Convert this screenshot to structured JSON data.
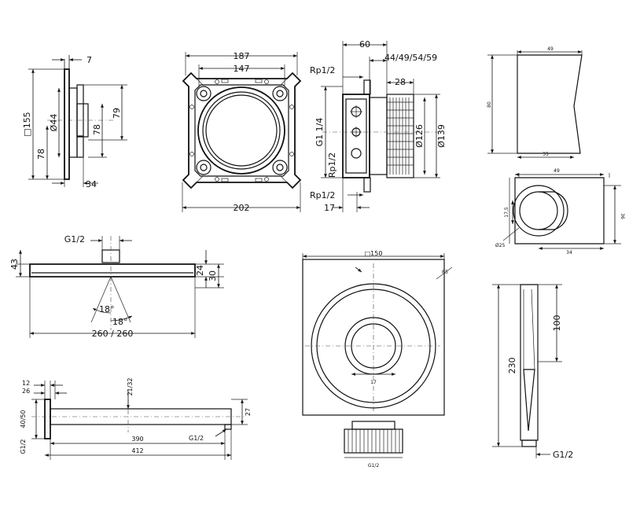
{
  "view_valve_side": {
    "d7": "7",
    "d155": "□155",
    "d44": "Ø44",
    "d78a": "78",
    "d78b": "78",
    "d79": "79",
    "d34": "34"
  },
  "view_mounting_frame": {
    "d187": "187",
    "d147": "147",
    "d202": "202"
  },
  "view_valve_body": {
    "d60": "60",
    "d44_59": "44/49/54/59",
    "rp_top": "Rp1/2",
    "d28": "28",
    "g114": "G1 1/4",
    "d126": "Ø126",
    "d139": "Ø139",
    "rp_mid": "Rp1/2",
    "rp_bot": "Rp1/2",
    "d17": "17"
  },
  "view_holder_side": {
    "d49": "49",
    "d80": "80",
    "d35": "35"
  },
  "view_holder_top": {
    "d49": "49",
    "d17": "17,5",
    "d36": "36",
    "d34": "34",
    "d25": "Ø25"
  },
  "view_overhead": {
    "g12": "G1/2",
    "d43": "43",
    "d24": "24",
    "d30": "30",
    "a18a": "18°",
    "a18b": "18°",
    "d260": "260 / 260"
  },
  "view_arm": {
    "d12": "12",
    "d26": "26",
    "d21_32": "21/32",
    "d40_50": "40/50",
    "g12": "G1/2",
    "d390": "390",
    "d412": "412",
    "g12b": "G1/2",
    "d27": "27"
  },
  "view_trim": {
    "d_sq": "□150",
    "d_r": "R5",
    "d_mid": "17",
    "g12": "G1/2"
  },
  "view_handshower": {
    "d230": "230",
    "d100": "100",
    "g12": "G1/2"
  }
}
